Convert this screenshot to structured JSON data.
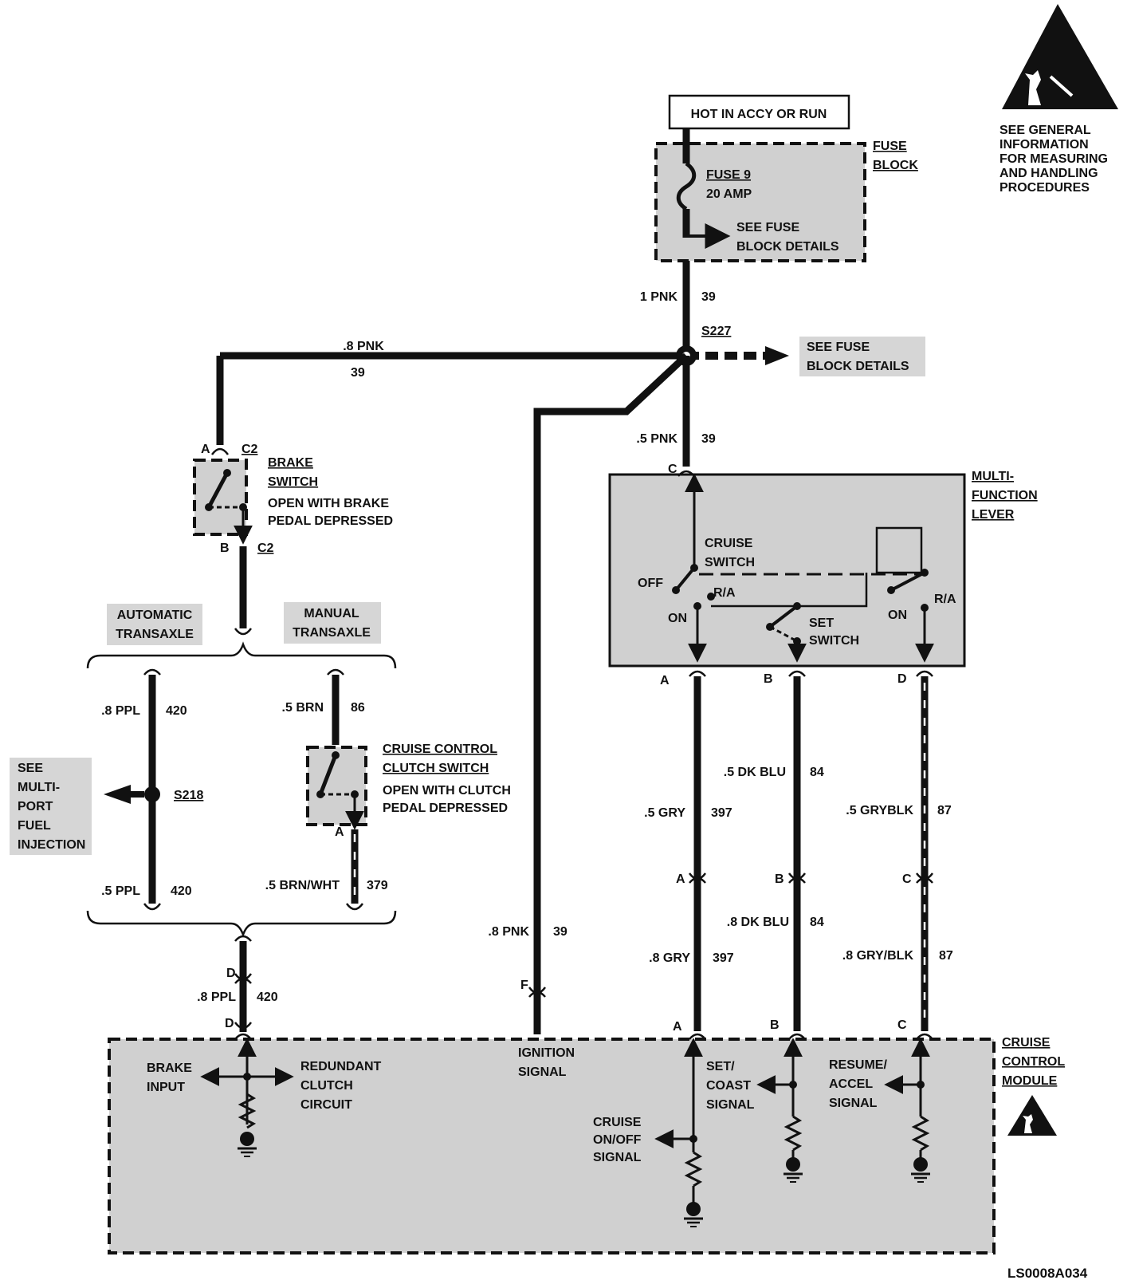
{
  "colors": {
    "ink": "#111111",
    "shade": "#d0d0d0",
    "background": "#ffffff"
  },
  "power": {
    "header": "HOT IN ACCY OR RUN"
  },
  "esd_notice": {
    "lines": [
      "SEE GENERAL",
      "INFORMATION",
      "FOR MEASURING",
      "AND HANDLING",
      "PROCEDURES"
    ],
    "icon": "esd-warning-triangle-icon"
  },
  "fuse_block": {
    "title": [
      "FUSE",
      "BLOCK"
    ],
    "fuse": [
      "FUSE 9",
      "20 AMP"
    ],
    "details": [
      "SEE FUSE",
      "BLOCK DETAILS"
    ]
  },
  "wires": {
    "w_1pnk": {
      "size": "1 PNK",
      "circuit": "39"
    },
    "w_8pnk_top": {
      "size": ".8 PNK",
      "circuit": "39"
    },
    "w_5pnk": {
      "size": ".5 PNK",
      "circuit": "39"
    },
    "w_8ppl_auto": {
      "size": ".8 PPL",
      "circuit": "420"
    },
    "w_5ppl": {
      "size": ".5 PPL",
      "circuit": "420"
    },
    "w_5brn": {
      "size": ".5 BRN",
      "circuit": "86"
    },
    "w_5brnwht": {
      "size": ".5 BRN/WHT",
      "circuit": "379"
    },
    "w_8ppl_bottom": {
      "size": ".8 PPL",
      "circuit": "420"
    },
    "w_8pnk_ign": {
      "size": ".8 PNK",
      "circuit": "39"
    },
    "w_5gry": {
      "size": ".5 GRY",
      "circuit": "397"
    },
    "w_8gry": {
      "size": ".8 GRY",
      "circuit": "397"
    },
    "w_5dkblu": {
      "size": ".5 DK BLU",
      "circuit": "84"
    },
    "w_8dkblu": {
      "size": ".8 DK BLU",
      "circuit": "84"
    },
    "w_5grybik": {
      "size": ".5 GRYBLK",
      "circuit": "87"
    },
    "w_8grybik": {
      "size": ".8 GRY/BLK",
      "circuit": "87"
    }
  },
  "splices": {
    "s227": "S227",
    "s218": "S218",
    "s227_details": [
      "SEE FUSE",
      "BLOCK DETAILS"
    ],
    "s218_details": [
      "SEE",
      "MULTI-",
      "PORT",
      "FUEL",
      "INJECTION"
    ]
  },
  "brake_switch": {
    "title": [
      "BRAKE",
      "SWITCH"
    ],
    "note": [
      "OPEN WITH BRAKE",
      "PEDAL DEPRESSED"
    ],
    "pin_top": "A",
    "conn_top": "C2",
    "pin_bottom": "B",
    "conn_bottom": "C2"
  },
  "transaxle": {
    "automatic": [
      "AUTOMATIC",
      "TRANSAXLE"
    ],
    "manual": [
      "MANUAL",
      "TRANSAXLE"
    ]
  },
  "clutch_switch": {
    "title": [
      "CRUISE CONTROL",
      "CLUTCH SWITCH"
    ],
    "note": [
      "OPEN WITH  CLUTCH",
      "PEDAL DEPRESSED"
    ],
    "pin": "A"
  },
  "mfl": {
    "title": [
      "MULTI-",
      "FUNCTION",
      "LEVER"
    ],
    "cruise_switch": [
      "CRUISE",
      "SWITCH"
    ],
    "off": "OFF",
    "on_left": "ON",
    "ra_left": "R/A",
    "set_switch": [
      "SET",
      "SWITCH"
    ],
    "on_right": "ON",
    "ra_right": "R/A",
    "pin_c": "C",
    "pin_a": "A",
    "pin_b": "B",
    "pin_d": "D"
  },
  "inline_connectors": {
    "a": "A",
    "b": "B",
    "c": "C",
    "d_top": "D",
    "d_bottom": "D"
  },
  "module": {
    "title": [
      "CRUISE",
      "CONTROL",
      "MODULE"
    ],
    "brake_input": [
      "BRAKE",
      "INPUT"
    ],
    "redundant": [
      "REDUNDANT",
      "CLUTCH",
      "CIRCUIT"
    ],
    "ignition": [
      "IGNITION",
      "SIGNAL"
    ],
    "cruise_onoff": [
      "CRUISE",
      "ON/OFF",
      "SIGNAL"
    ],
    "set_coast": [
      "SET/",
      "COAST",
      "SIGNAL"
    ],
    "resume": [
      "RESUME/",
      "ACCEL",
      "SIGNAL"
    ],
    "pin_f": "F",
    "pin_a": "A",
    "pin_b": "B",
    "pin_c": "C"
  },
  "doc_id": "LS0008A034"
}
